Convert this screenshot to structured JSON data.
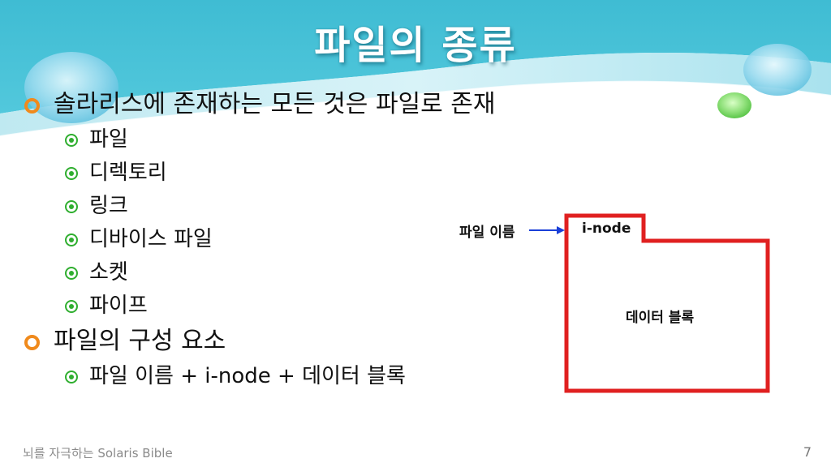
{
  "slide": {
    "title": "파일의 종류",
    "bullets": [
      {
        "text": "솔라리스에 존재하는 모든 것은 파일로 존재",
        "sub": [
          "파일",
          "디렉토리",
          "링크",
          "디바이스 파일",
          "소켓",
          "파이프"
        ]
      },
      {
        "text": "파일의 구성 요소",
        "sub": [
          "파일 이름 + i-node + 데이터 블록"
        ]
      }
    ],
    "footer": "뇌를 자극하는 Solaris Bible",
    "page_number": "7"
  },
  "diagram": {
    "file_name_label": "파일 이름",
    "inode_label": "i-node",
    "data_block_label": "데이터 블록",
    "outline_color": "#e02020",
    "arrow_color": "#1a3fd8"
  },
  "theme": {
    "bullet_l1_color": "#f08a1c",
    "bullet_l2_color": "#2fae2f",
    "header_color": "#43c0d6"
  }
}
